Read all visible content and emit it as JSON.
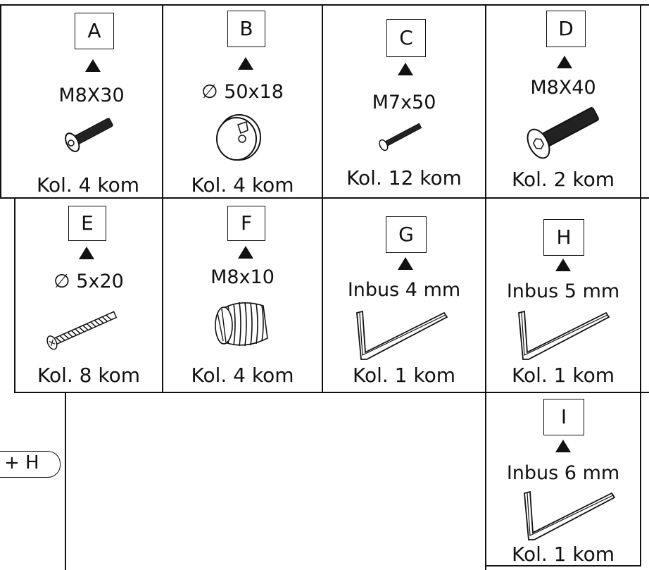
{
  "parts": [
    {
      "letter": "A",
      "spec": "M8X30",
      "qty": "Kol. 4 kom",
      "icon": "hex-socket-bolt-icon"
    },
    {
      "letter": "B",
      "spec": "50x18",
      "diameter": "∅",
      "qty": "Kol. 4 kom",
      "icon": "cam-lock-icon"
    },
    {
      "letter": "C",
      "spec": "M7x50",
      "qty": "Kol. 12 kom",
      "icon": "countersunk-screw-icon"
    },
    {
      "letter": "D",
      "spec": "M8X40",
      "qty": "Kol. 2 kom",
      "icon": "hex-socket-bolt-icon"
    },
    {
      "letter": "E",
      "spec": "5x20",
      "diameter": "∅",
      "qty": "Kol. 8 kom",
      "icon": "wood-screw-icon"
    },
    {
      "letter": "F",
      "spec": "M8x10",
      "qty": "Kol. 4 kom",
      "icon": "threaded-insert-icon"
    },
    {
      "letter": "G",
      "spec": "Inbus 4 mm",
      "qty": "Kol. 1 kom",
      "icon": "allen-key-icon"
    },
    {
      "letter": "H",
      "spec": "Inbus 5 mm",
      "qty": "Kol. 1 kom",
      "icon": "allen-key-icon"
    },
    {
      "letter": "I",
      "spec": "Inbus 6 mm",
      "qty": "Kol. 1 kom",
      "icon": "allen-key-icon"
    }
  ],
  "side_note": "+ H"
}
